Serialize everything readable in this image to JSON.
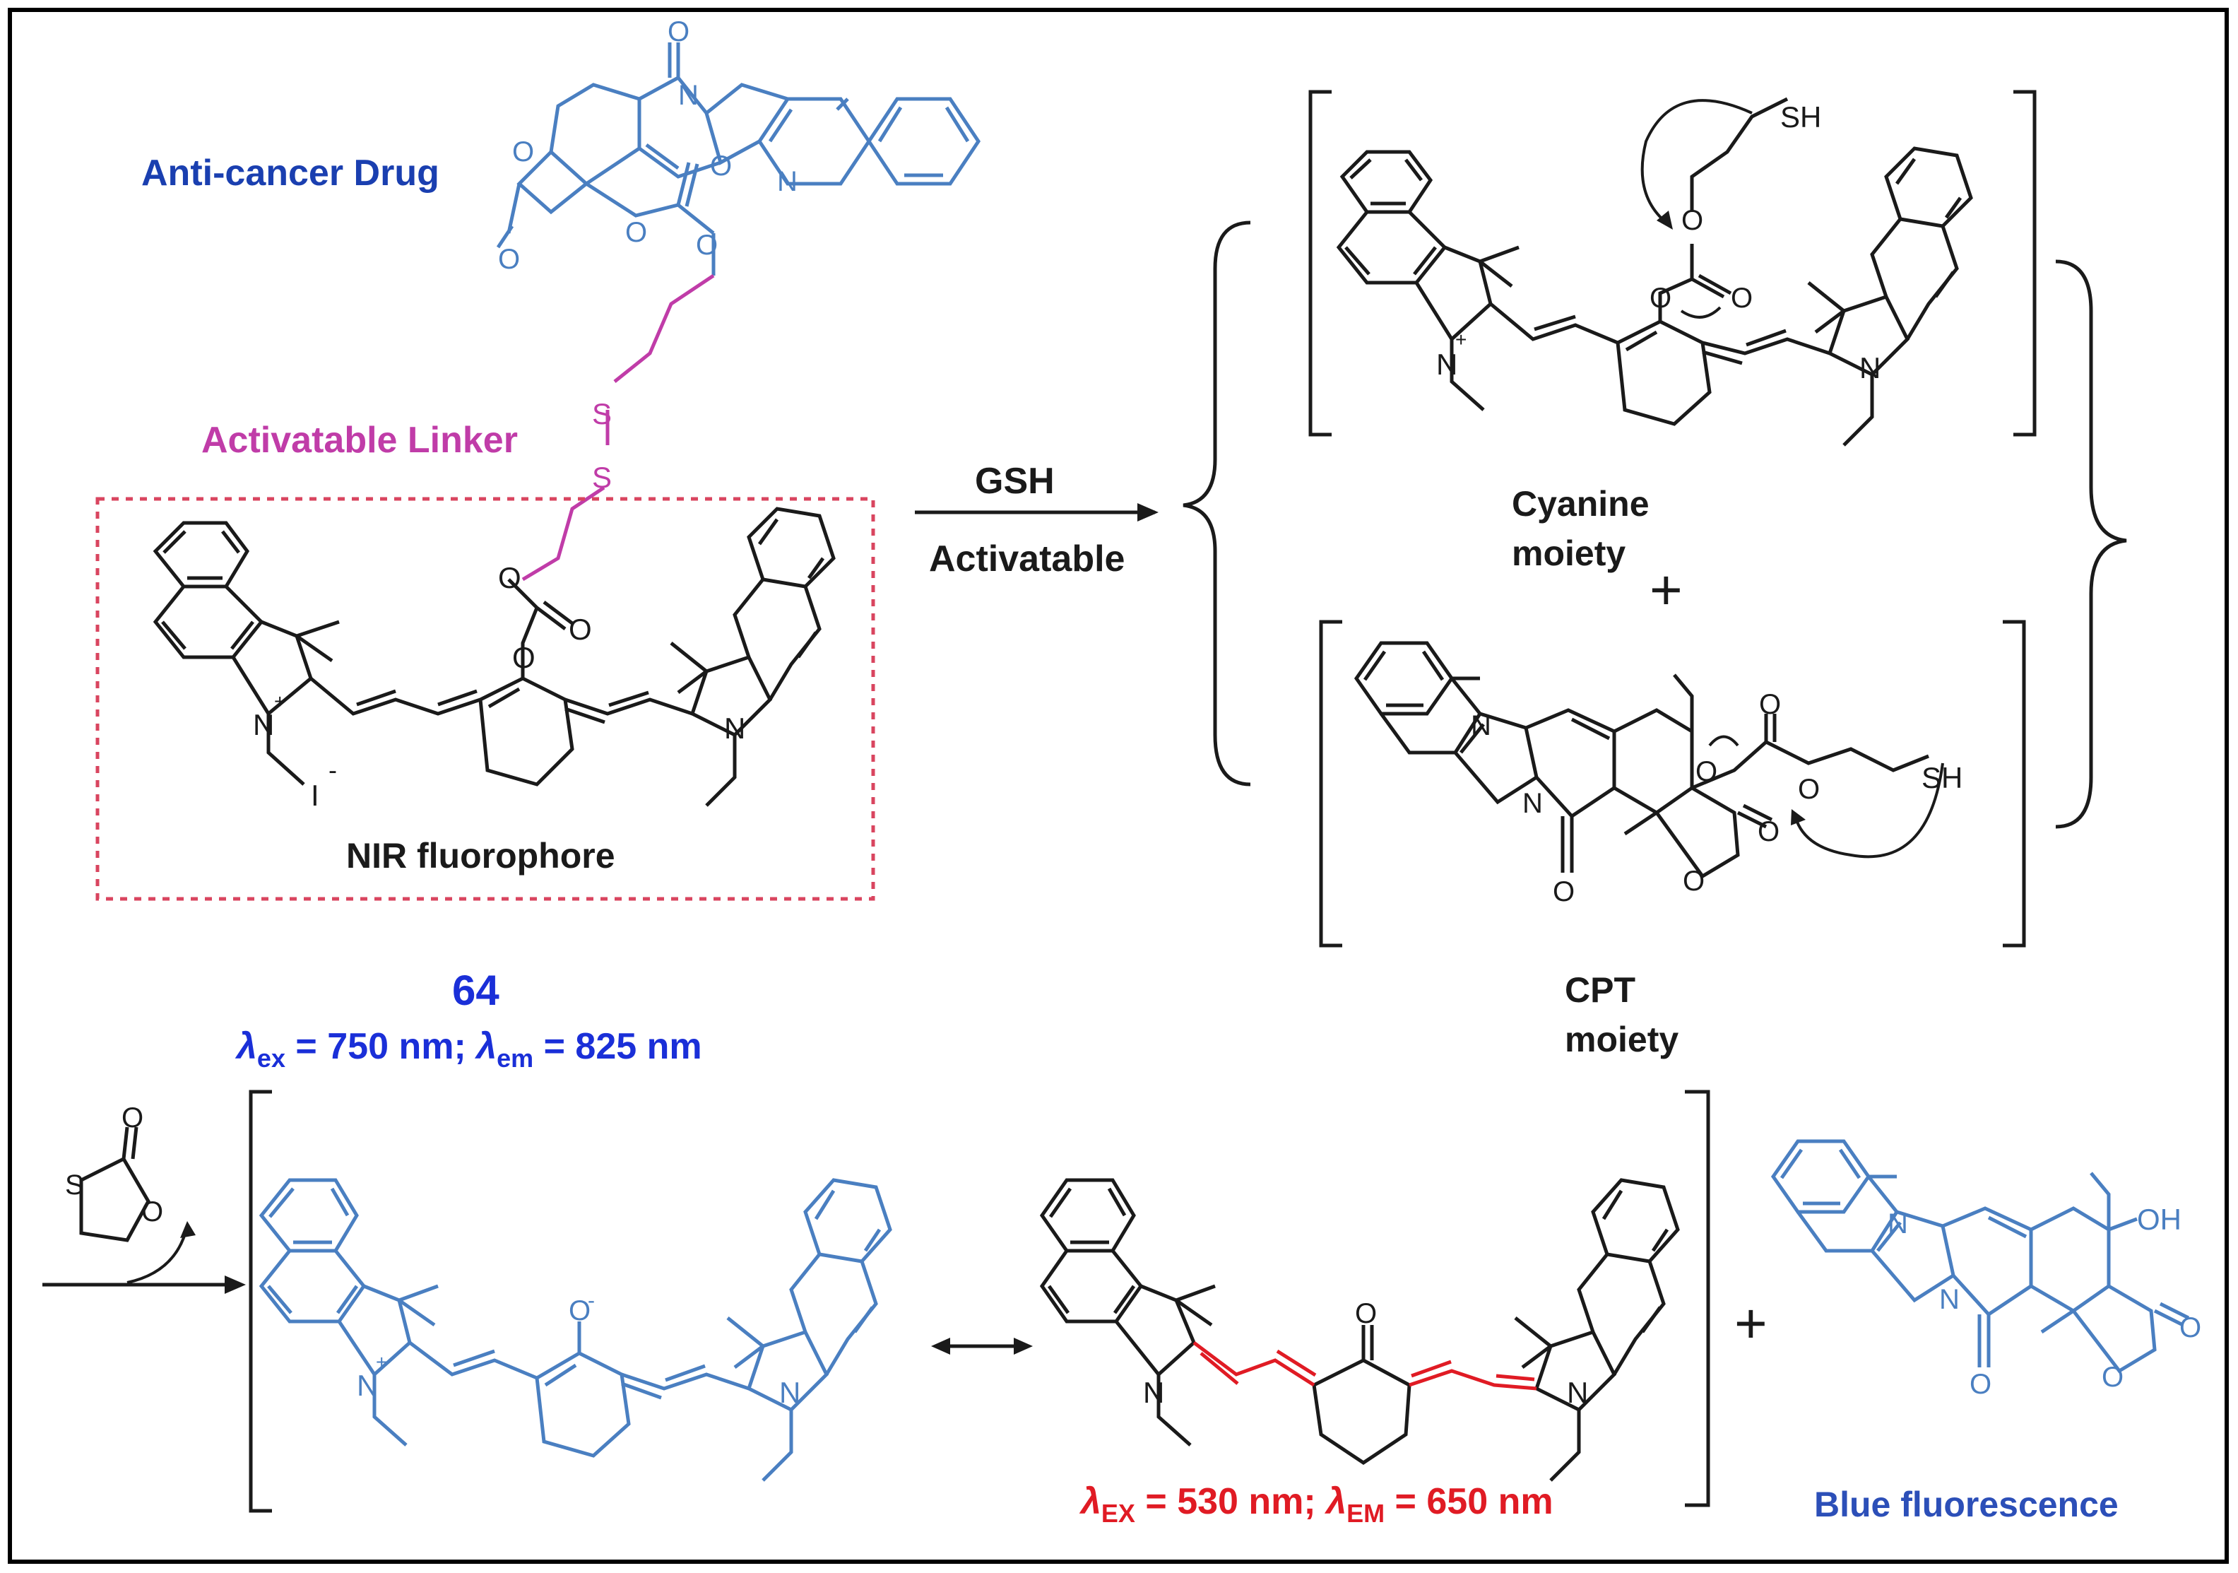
{
  "labels": {
    "drug": "Anti-cancer Drug",
    "linker": "Activatable Linker",
    "fluorophore": "NIR fluorophore",
    "reagent": "GSH",
    "activatable": "Activatable",
    "cyanine_line1": "Cyanine",
    "cyanine_line2": "moiety",
    "cpt_line1": "CPT",
    "cpt_line2": "moiety",
    "compound_number": "64",
    "blue_fluorescence": "Blue fluorescence"
  },
  "wavelengths_64": {
    "ex_symbol": "λ",
    "ex_sub": "ex",
    "ex_value": " = 750 nm; ",
    "em_symbol": "λ",
    "em_sub": "em",
    "em_value": " = 825 nm"
  },
  "wavelengths_product": {
    "ex_symbol": "λ",
    "ex_sub": "EX",
    "ex_value": " = 530 nm; ",
    "em_symbol": "λ",
    "em_sub": "EM",
    "em_value": " = 650 nm"
  },
  "atoms": {
    "N": "N",
    "N_plus": "+",
    "O": "O",
    "O_minus": "O",
    "minus": "-",
    "S": "S",
    "SH": "SH",
    "OH": "OH",
    "I": "I",
    "plus": "+"
  },
  "colors": {
    "black": "#1a1a1a",
    "drug_blue": "#4a7fc1",
    "label_blue": "#1a3fb0",
    "linker_magenta": "#c03ca8",
    "box_red": "#d9455f",
    "highlight_red": "#e01b24",
    "title_blue": "#1a2fd8",
    "product_blue": "#2c4fb8"
  }
}
